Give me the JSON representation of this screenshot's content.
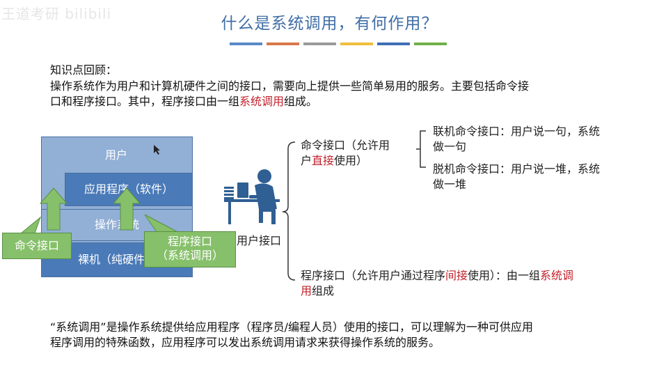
{
  "watermark": "王道考研 bilibili",
  "title": "什么是系统调用，有何作用？",
  "title_bar_colors": [
    "#5a8ac6",
    "#d9784a",
    "#9a9a9a",
    "#f0be3c",
    "#3f6fb5",
    "#72b04a"
  ],
  "intro": {
    "heading": "知识点回顾：",
    "line1": "操作系统作为用户和计算机硬件之间的接口，需要向上提供一些简单易用的服务。主要包括命令接",
    "line2_a": "口和程序接口。其中，程序接口由一组",
    "line2_red": "系统调用",
    "line2_b": "组成。"
  },
  "diagram": {
    "layer_user": "用户",
    "layer_app": "应用程序（软件）",
    "layer_os": "操作系统",
    "layer_hw": "裸机（纯硬件）",
    "callout_cmd": "命令接口",
    "callout_prog_1": "程序接口",
    "callout_prog_2": "（系统调用）",
    "iface_label": "用户接口"
  },
  "tree": {
    "cmd_1": "命令接口（允许用",
    "cmd_2a": "户",
    "cmd_2red": "直接",
    "cmd_2b": "使用）",
    "online_1": "联机命令接口：用户说一句，系统",
    "online_2": "做一句",
    "offline_1": "脱机命令接口：用户说一堆，系统",
    "offline_2": "做一堆",
    "prog_1a": "程序接口（允许用户通过程序",
    "prog_1red": "间接",
    "prog_1b": "使用）：由一组",
    "prog_1red2": "系统调",
    "prog_2red": "用",
    "prog_2b": "组成"
  },
  "footer": {
    "line1": "“系统调用”是操作系统提供给应用程序（程序员/编程人员）使用的接口，可以理解为一种可供应用",
    "line2": "程序调用的特殊函数，应用程序可以发出系统调用请求来获得操作系统的服务。"
  }
}
